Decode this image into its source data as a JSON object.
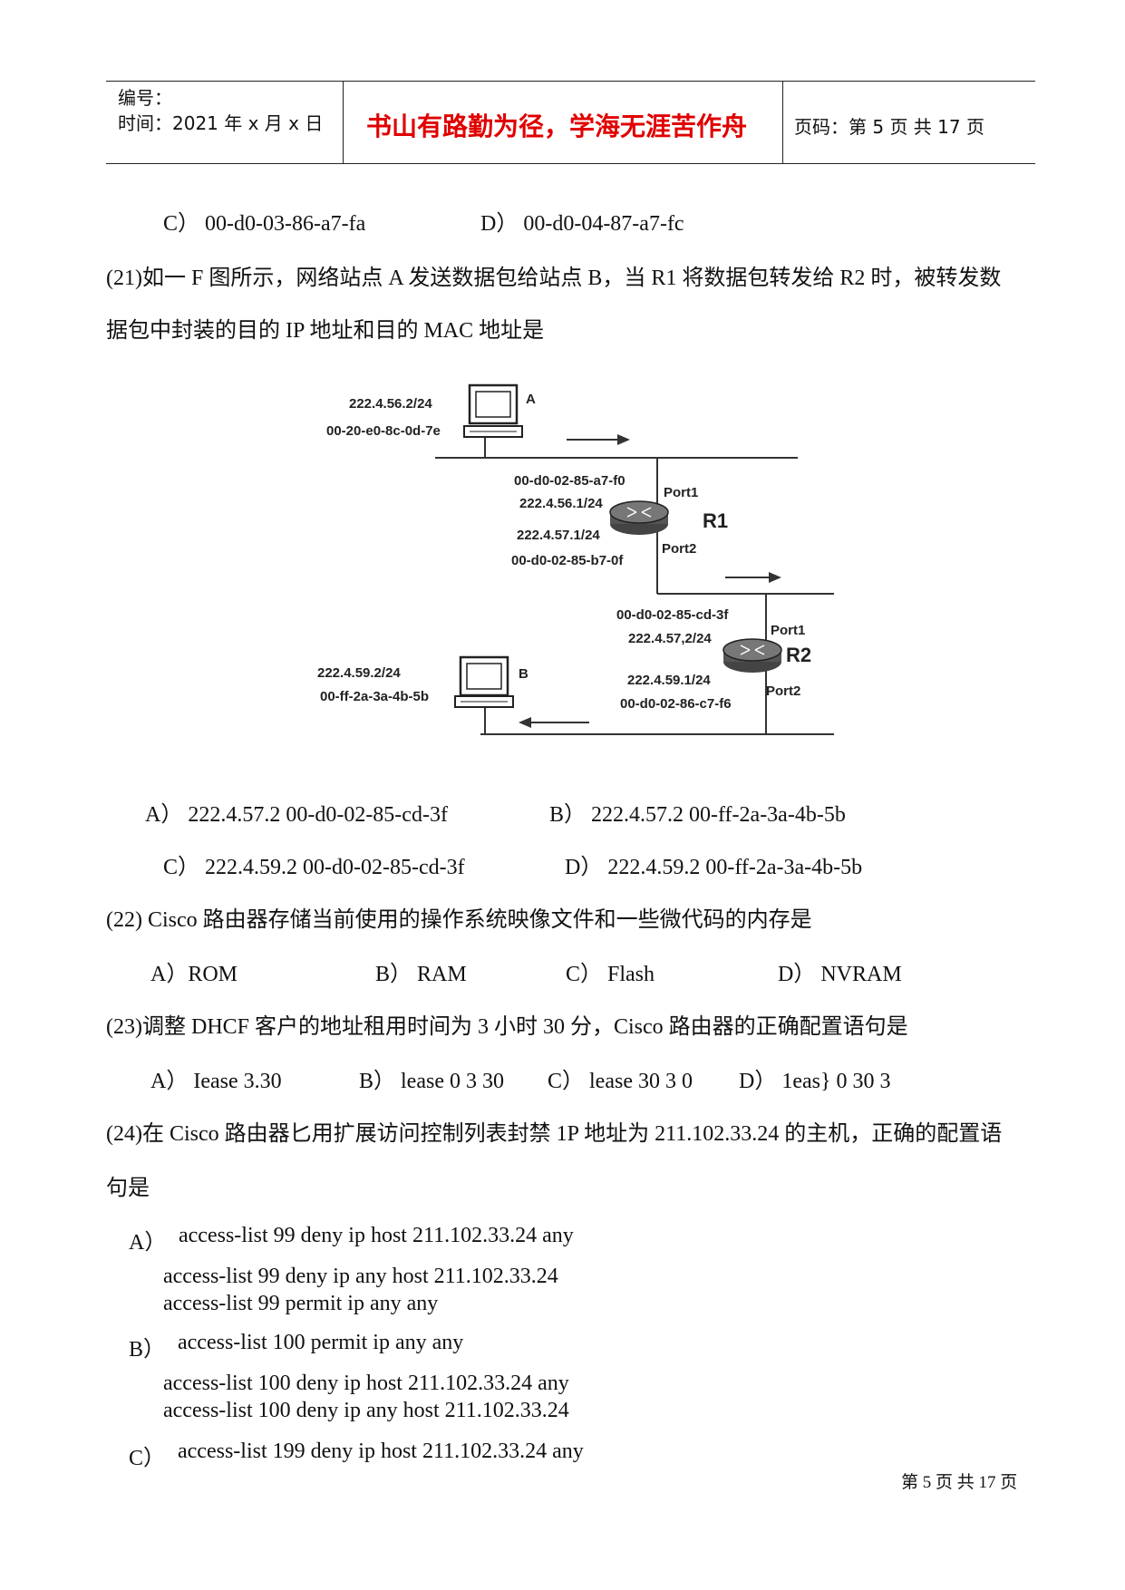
{
  "header": {
    "serial_label": "编号：",
    "time_label": "时间：2021 年 x 月 x 日",
    "motto": "书山有路勤为径，学海无涯苦作舟",
    "page_label": "页码：第 5 页  共 17 页"
  },
  "prev_question_options": {
    "c": "C）  00-d0-03-86-a7-fa",
    "d": "D）  00-d0-04-87-a7-fc"
  },
  "q21": {
    "line1": "(21)如一 F 图所示，网络站点 A 发送数据包给站点 B，当 R1 将数据包转发给 R2 时，被转发数",
    "line2": "据包中封装的目的 IP 地址和目的 MAC 地址是",
    "diagram": {
      "host_a_ip": "222.4.56.2/24",
      "host_a_mac": "00-20-e0-8c-0d-7e",
      "host_a_name": "A",
      "r1_port1_mac": "00-d0-02-85-a7-f0",
      "r1_port1_ip": "222.4.56.1/24",
      "r1_port1": "Port1",
      "r1_name": "R1",
      "r1_port2_ip": "222.4.57.1/24",
      "r1_port2_mac": "00-d0-02-85-b7-0f",
      "r1_port2": "Port2",
      "r2_port1_mac": "00-d0-02-85-cd-3f",
      "r2_port1_ip": "222.4.57,2/24",
      "r2_port1": "Port1",
      "r2_name": "R2",
      "r2_port2_ip": "222.4.59.1/24",
      "r2_port2_mac": "00-d0-02-86-c7-f6",
      "r2_port2": "Port2",
      "host_b_ip": "222.4.59.2/24",
      "host_b_mac": "00-ff-2a-3a-4b-5b",
      "host_b_name": "B"
    },
    "options": {
      "a": "A）  222.4.57.2    00-d0-02-85-cd-3f",
      "b": "B）  222.4.57.2    00-ff-2a-3a-4b-5b",
      "c": "C）  222.4.59.2    00-d0-02-85-cd-3f",
      "d": "D）  222.4.59.2    00-ff-2a-3a-4b-5b"
    }
  },
  "q22": {
    "text": "(22) Cisco 路由器存储当前使用的操作系统映像文件和一些微代码的内存是",
    "options": {
      "a": "A）ROM",
      "b": "B）  RAM",
      "c": "C）  Flash",
      "d": "D）  NVRAM"
    }
  },
  "q23": {
    "text": "(23)调整 DHCF 客户的地址租用时间为 3 小时 30 分，Cisco 路由器的正确配置语句是",
    "options": {
      "a": "A）  Iease 3.30",
      "b": "B）  lease 0 3 30",
      "c": "C）  lease 30 3 0",
      "d": "D）  1eas} 0 30 3"
    }
  },
  "q24": {
    "line1": "(24)在 Cisco 路由器匕用扩展访问控制列表封禁 1P 地址为 211.102.33.24 的主机，正确的配置语",
    "line2": "句是",
    "a_label": "A）",
    "a_lines": [
      "access-list 99 deny ip host 211.102.33.24 any",
      "access-list 99 deny ip any host 211.102.33.24",
      "access-list 99 permit ip any any"
    ],
    "b_label": "B）",
    "b_lines": [
      "access-list 100 permit ip any any",
      "access-list 100 deny ip host 211.102.33.24 any",
      "access-list 100 deny ip any host 211.102.33.24"
    ],
    "c_label": "C）",
    "c_lines": [
      "access-list 199 deny ip host 211.102.33.24 any"
    ]
  },
  "footer": {
    "page": "第 5 页 共 17 页"
  }
}
